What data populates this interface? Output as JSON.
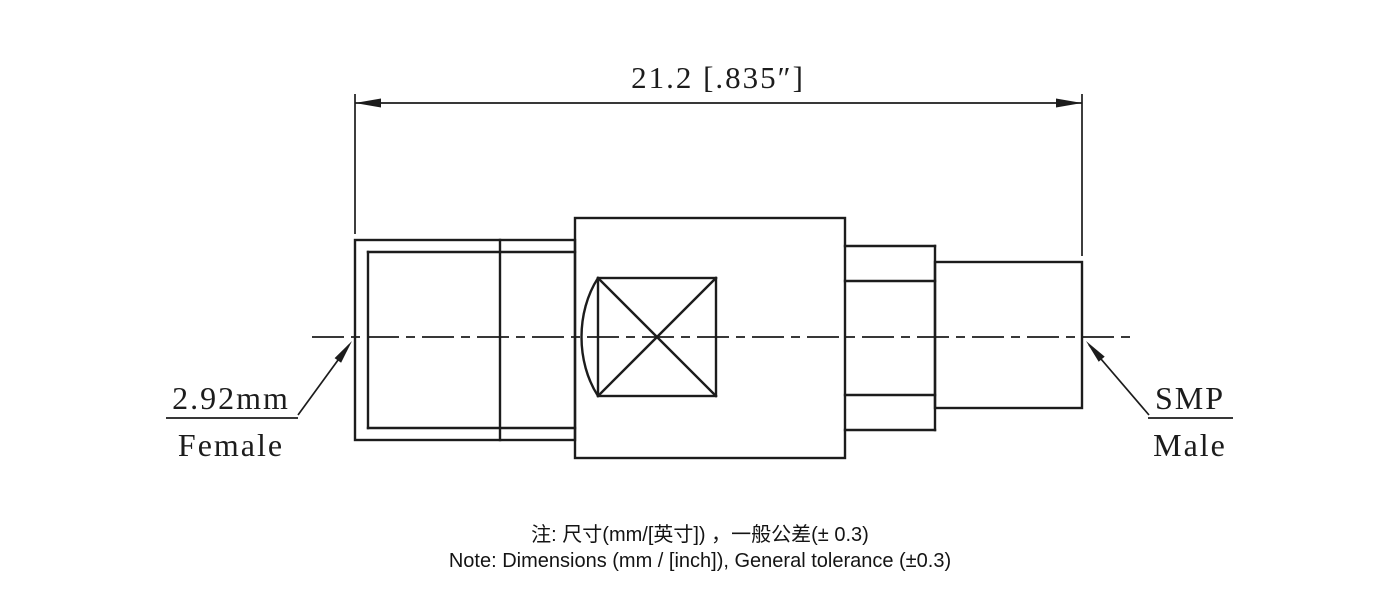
{
  "colors": {
    "ink": "#1c1c1c",
    "background": "#ffffff"
  },
  "dimension": {
    "label": "21.2 [.835″]"
  },
  "left_label": {
    "line1": "2.92mm",
    "line2": "Female"
  },
  "right_label": {
    "line1": "SMP",
    "line2": "Male"
  },
  "notes": {
    "line1_cn": "注: 尺寸(mm/[英寸]) ，一般公差(± 0.3)",
    "line2_en": "Note: Dimensions (mm / [inch]), General tolerance (±0.3)"
  }
}
